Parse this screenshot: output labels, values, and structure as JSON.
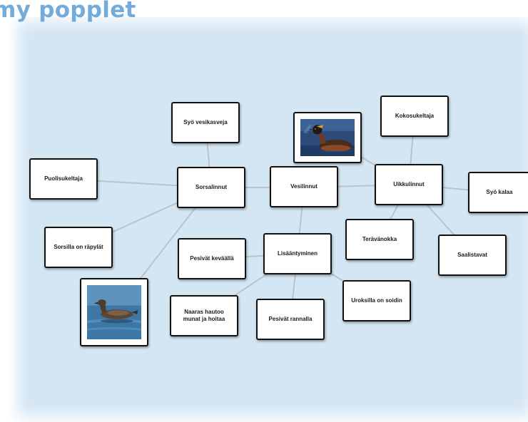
{
  "header": {
    "title": "my popplet"
  },
  "popples": {
    "vesilinnut": "Vesilinnut",
    "sorsalinnut": "Sorsalinnut",
    "uikkulinnut": "Uikkulinnut",
    "syo_vesikasveja": "Syö vesikasveja",
    "puolisukeltaja": "Puolisukeltaja",
    "sorsilla_rapylat": "Sorsilla on räpylät",
    "kokosukeltaja": "Kokosukeltaja",
    "syo_kalaa": "Syö kalaa",
    "teravanokka": "Terävänokka",
    "saalistavat": "Saalistavat",
    "lisaantyminen": "Lisääntyminen",
    "pesivat_kevaalla": "Pesivät keväällä",
    "naaras_hautoo": "Naaras hautoo munat ja hoitaa",
    "pesivat_rannalla": "Pesivät rannalla",
    "uroksilla_soidin": "Uroksilla on soidin"
  },
  "images": {
    "grebe_photo": "grebe-photo",
    "duck_photo": "duck-photo"
  },
  "colors": {
    "board_background": "#d4e6f3",
    "title": "#5b9ed4",
    "connector": "#b9c3cb",
    "node_border": "#111111"
  }
}
